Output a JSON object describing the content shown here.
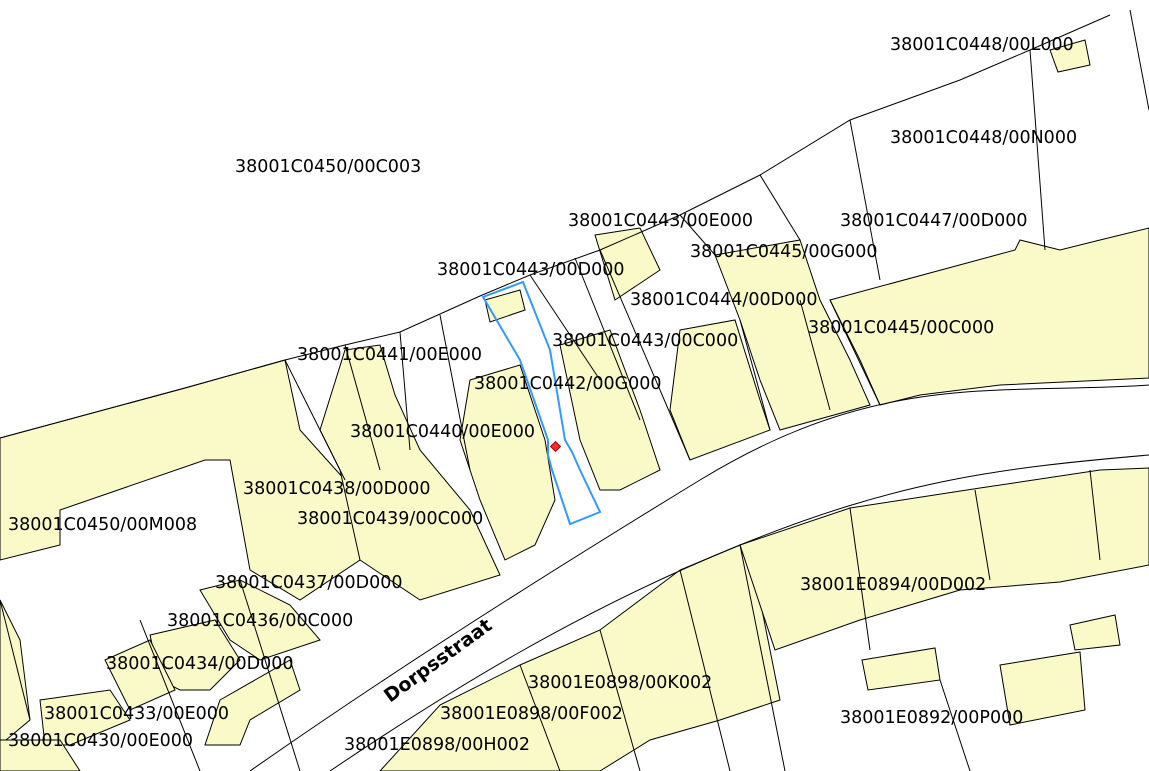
{
  "map": {
    "street": {
      "name": "Dorpsstraat"
    },
    "parcels": [
      {
        "id": "38001C0448/00L000"
      },
      {
        "id": "38001C0448/00N000"
      },
      {
        "id": "38001C0450/00C003"
      },
      {
        "id": "38001C0443/00E000"
      },
      {
        "id": "38001C0447/00D000"
      },
      {
        "id": "38001C0445/00G000"
      },
      {
        "id": "38001C0443/00D000"
      },
      {
        "id": "38001C0444/00D000"
      },
      {
        "id": "38001C0443/00C000"
      },
      {
        "id": "38001C0445/00C000"
      },
      {
        "id": "38001C0441/00E000"
      },
      {
        "id": "38001C0442/00G000"
      },
      {
        "id": "38001C0440/00E000"
      },
      {
        "id": "38001C0438/00D000"
      },
      {
        "id": "38001C0450/00M008"
      },
      {
        "id": "38001C0439/00C000"
      },
      {
        "id": "38001C0437/00D000"
      },
      {
        "id": "38001C0436/00C000"
      },
      {
        "id": "38001C0434/00D000"
      },
      {
        "id": "38001C0433/00E000"
      },
      {
        "id": "38001C0430/00E000"
      },
      {
        "id": "38001E0894/00D002"
      },
      {
        "id": "38001E0898/00K002"
      },
      {
        "id": "38001E0898/00F002"
      },
      {
        "id": "38001E0898/00H002"
      },
      {
        "id": "38001E0892/00P000"
      }
    ],
    "colors": {
      "building": "#fafac8",
      "selection_outline": "#3399ff",
      "selection_marker": "#ff2a2a"
    }
  }
}
